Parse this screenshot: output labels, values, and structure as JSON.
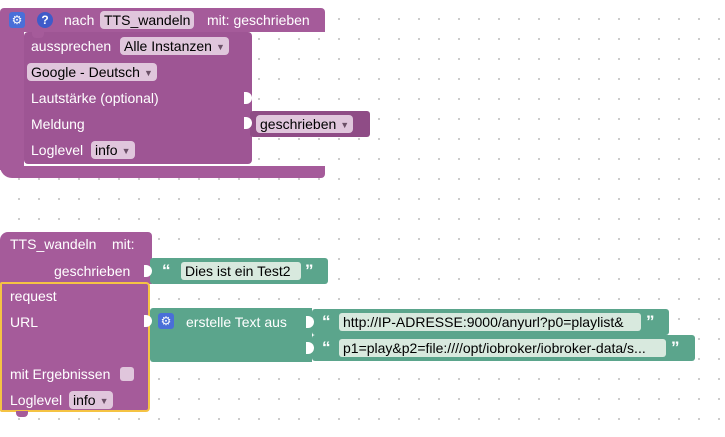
{
  "block1": {
    "nach_label": "nach",
    "function_name": "TTS_wandeln",
    "mit_label": "mit: geschrieben",
    "aussprechen_label": "aussprechen",
    "instance_value": "Alle Instanzen",
    "voice_value": "Google - Deutsch",
    "lautstaerke_label": "Lautstärke (optional)",
    "meldung_label": "Meldung",
    "meldung_var": "geschrieben",
    "loglevel_label": "Loglevel",
    "loglevel_value": "info"
  },
  "block2": {
    "function_name": "TTS_wandeln",
    "mit_label": "mit:",
    "param_label": "geschrieben",
    "param_value": "Dies ist ein Test2",
    "request_label": "request",
    "url_label": "URL",
    "create_text_label": "erstelle Text aus",
    "text1": "http://IP-ADRESSE:9000/anyurl?p0=playlist&",
    "text2": "p1=play&p2=file:////opt/iobroker/iobroker-data/s...",
    "results_label": "mit Ergebnissen",
    "loglevel_label": "Loglevel",
    "loglevel_value": "info"
  },
  "icons": {
    "gear": "gear-icon",
    "help": "help-icon",
    "quote_open": "“",
    "quote_close": "”",
    "dropdown": "▼"
  },
  "colors": {
    "procedure": "#a55b9a",
    "text": "#5ba58c",
    "request": "#a55b9a",
    "request_outline": "#f5c343",
    "gear": "#4a6fd8"
  }
}
